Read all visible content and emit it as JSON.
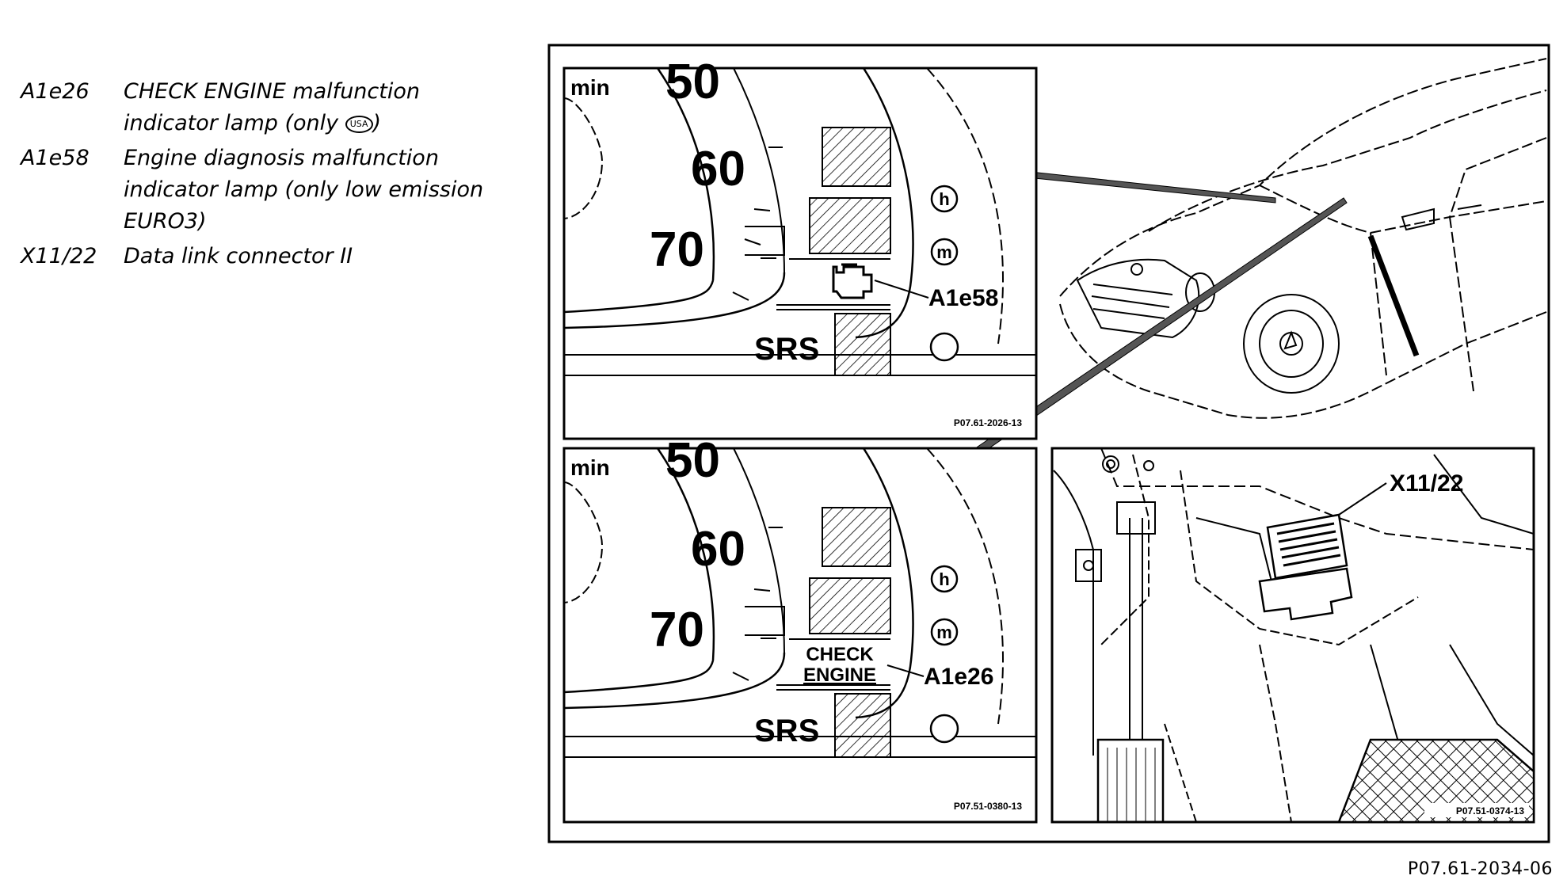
{
  "legend": [
    {
      "code": "A1e26",
      "text": "CHECK ENGINE malfunction\nindicator lamp (only ",
      "badge": "USA",
      "suffix": ")"
    },
    {
      "code": "A1e58",
      "text": "Engine diagnosis malfunction\nindicator lamp (only low emission\nEURO3)"
    },
    {
      "code": "X11/22",
      "text": "Data link connector II"
    }
  ],
  "panel_top": {
    "min_label": "min",
    "speed_50": "50",
    "speed_60": "60",
    "speed_70": "70",
    "h_label": "h",
    "m_label": "m",
    "srs": "SRS",
    "callout": "A1e58",
    "ref": "P07.61-2026-13"
  },
  "panel_bottom": {
    "min_label": "min",
    "speed_50": "50",
    "speed_60": "60",
    "speed_70": "70",
    "h_label": "h",
    "m_label": "m",
    "check_line1": "CHECK",
    "check_line2": "ENGINE",
    "srs": "SRS",
    "callout": "A1e26",
    "ref": "P07.51-0380-13"
  },
  "panel_connector": {
    "callout": "X11/22",
    "ref": "P07.51-0374-13"
  },
  "figure_id": "P07.61-2034-06"
}
